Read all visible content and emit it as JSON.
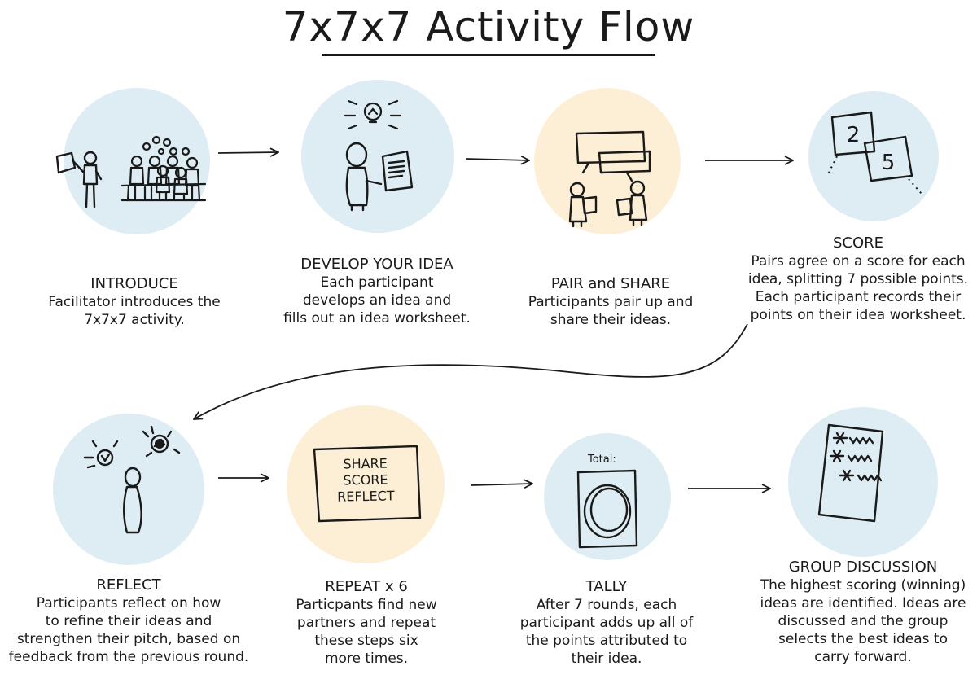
{
  "title": "7x7x7 Activity Flow",
  "steps": [
    {
      "id": "introduce",
      "heading": "INTRODUCE",
      "desc": [
        "Facilitator introduces the",
        "7x7x7 activity."
      ]
    },
    {
      "id": "develop",
      "heading": "DEVELOP YOUR IDEA",
      "desc": [
        "Each participant",
        "develops an idea and",
        "fills out an idea worksheet."
      ]
    },
    {
      "id": "pair",
      "heading": "PAIR and SHARE",
      "desc": [
        "Participants pair up and",
        "share their ideas."
      ]
    },
    {
      "id": "score",
      "heading": "SCORE",
      "desc": [
        "Pairs agree on a score for each",
        "idea, splitting 7 possible points.",
        "Each participant records their",
        "points on their idea worksheet."
      ]
    },
    {
      "id": "reflect",
      "heading": "REFLECT",
      "desc": [
        "Participants reflect on how",
        "to refine their ideas and",
        "strengthen their pitch, based on",
        "feedback from the previous round."
      ]
    },
    {
      "id": "repeat",
      "heading": "REPEAT x 6",
      "desc": [
        "Particpants find new",
        "partners and repeat",
        "these steps six",
        "more times."
      ]
    },
    {
      "id": "tally",
      "heading": "TALLY",
      "desc": [
        "After 7 rounds, each",
        "participant adds up all of",
        "the points attributed to",
        "their idea."
      ]
    },
    {
      "id": "group",
      "heading": "GROUP DISCUSSION",
      "desc": [
        "The highest scoring (winning)",
        "ideas are identified. Ideas are",
        "discussed and the group",
        "selects the best ideas to",
        "carry forward."
      ]
    }
  ],
  "card_text": [
    "SHARE",
    "SCORE",
    "REFLECT"
  ],
  "score_cards": [
    "2",
    "5"
  ],
  "total_label": "Total:",
  "colors": {
    "blue_circle": "#deedf3",
    "peach_circle": "#fdefd6",
    "ink": "#1a1a1a"
  }
}
